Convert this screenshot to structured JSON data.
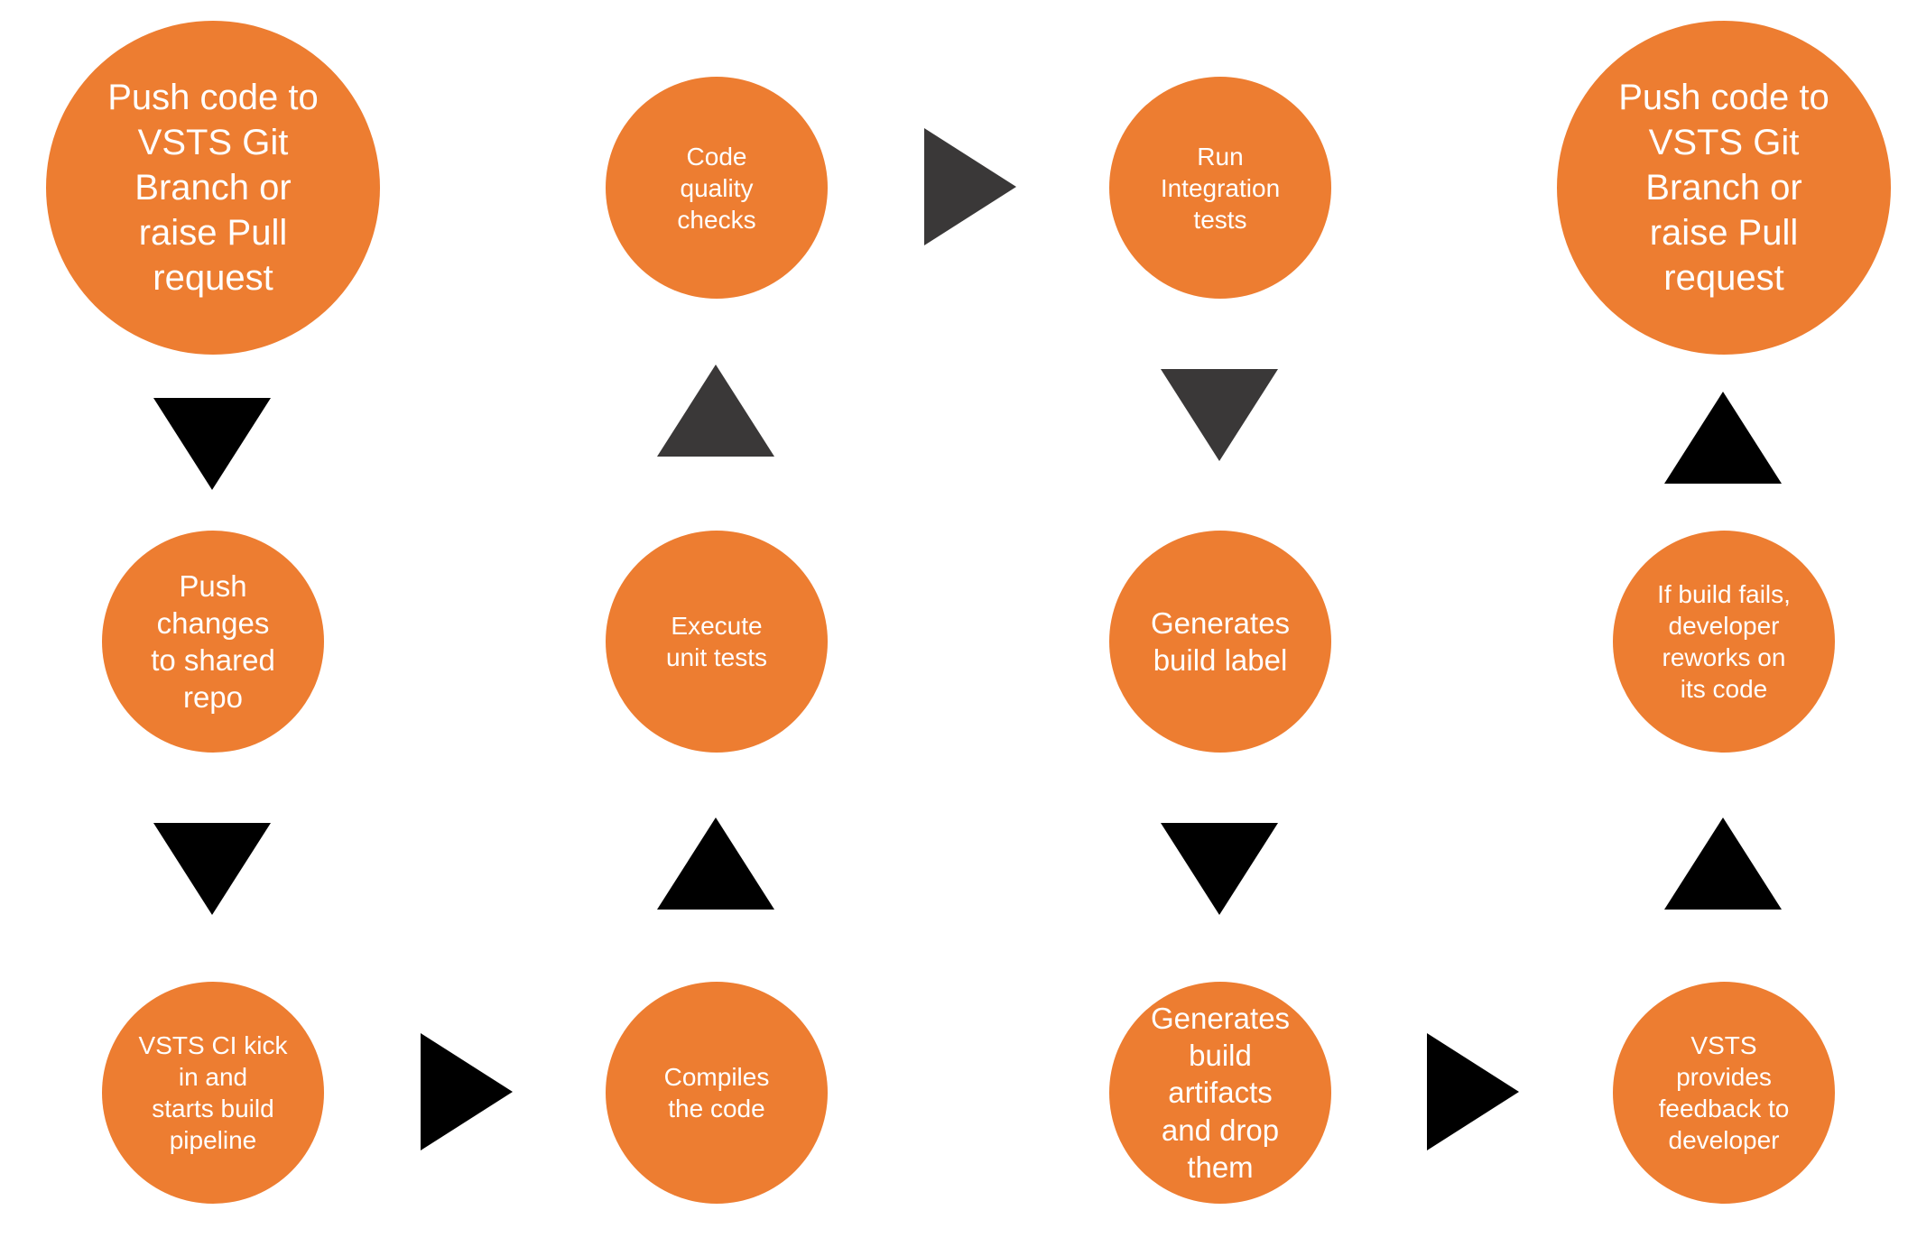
{
  "colors": {
    "node_fill": "#ed7d31",
    "node_text": "#ffffff",
    "arrow": "#000000",
    "arrow_dark": "#3a3838",
    "background": "#ffffff"
  },
  "nodes": {
    "push_code_left": "Push code to\nVSTS Git\nBranch or\nraise Pull\nrequest",
    "push_changes": "Push\nchanges\nto shared\nrepo",
    "ci_kick_in": "VSTS CI kick\nin and\nstarts build\npipeline",
    "code_quality": "Code\nquality\nchecks",
    "unit_tests": "Execute\nunit tests",
    "compile": "Compiles\nthe code",
    "integration_tests": "Run\nIntegration\ntests",
    "build_label": "Generates\nbuild label",
    "build_artifacts": "Generates\nbuild\nartifacts\nand drop\nthem",
    "push_code_right": "Push code to\nVSTS Git\nBranch or\nraise Pull\nrequest",
    "build_fails": "If build fails,\ndeveloper\nreworks on\nits code",
    "feedback": "VSTS\nprovides\nfeedback to\ndeveloper"
  },
  "arrows": [
    {
      "id": "arrow-push-to-changes",
      "direction": "down"
    },
    {
      "id": "arrow-changes-to-ci",
      "direction": "down"
    },
    {
      "id": "arrow-ci-to-compile",
      "direction": "right"
    },
    {
      "id": "arrow-compile-to-unit",
      "direction": "up"
    },
    {
      "id": "arrow-unit-to-quality",
      "direction": "up"
    },
    {
      "id": "arrow-quality-to-integration",
      "direction": "right"
    },
    {
      "id": "arrow-integration-to-label",
      "direction": "down"
    },
    {
      "id": "arrow-label-to-artifacts",
      "direction": "down"
    },
    {
      "id": "arrow-artifacts-to-feedback",
      "direction": "right"
    },
    {
      "id": "arrow-feedback-to-fails",
      "direction": "up"
    },
    {
      "id": "arrow-fails-to-push",
      "direction": "up"
    }
  ]
}
